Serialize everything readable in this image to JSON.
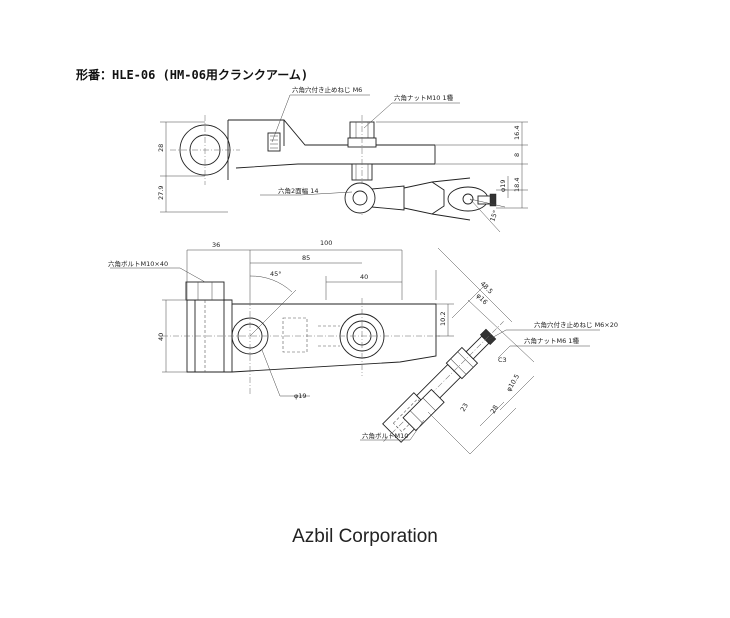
{
  "title": "形番：HLE-06 (HM-06用クランクアーム)",
  "company": "Azbil Corporation",
  "labels": {
    "hex_socket_set_screw_m6": "六角穴付き止めねじ M6",
    "hex_nut_m10_type1": "六角ナットM10 1種",
    "hex_two_face_width_14": "六角2面幅 14",
    "hex_bolt_m10x40": "六角ボルトM10×40",
    "hex_socket_set_screw_m6x20": "六角穴付き止めねじ M6×20",
    "hex_nut_m6_type1": "六角ナットM6 1種",
    "hex_bolt_m10": "六角ボルトM10"
  },
  "dims": {
    "d28": "28",
    "d27_9": "27.9",
    "d16_4": "16.4",
    "d8": "8",
    "d18_4": "18.4",
    "phi19_top": "φ19",
    "angle15": "15°",
    "d36": "36",
    "d100": "100",
    "d85": "85",
    "d40_horiz": "40",
    "d40_vert": "40",
    "angle45": "45°",
    "d10_2": "10.2",
    "d48_5": "48.5",
    "phi16": "φ16",
    "c3": "C3",
    "phi10_5": "φ10.5",
    "d23": "23",
    "d28_side": "28",
    "phi19": "φ19"
  }
}
